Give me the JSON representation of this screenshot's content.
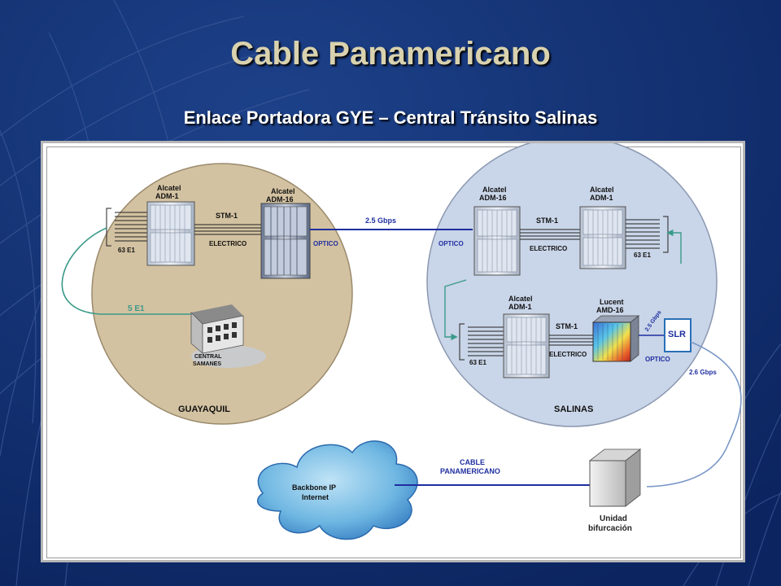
{
  "slide": {
    "title": "Cable Panamericano",
    "subtitle": "Enlace Portadora GYE – Central Tránsito Salinas"
  },
  "guayaquil": {
    "region_label": "GUAYAQUIL",
    "adm1_label": [
      "Alcatel",
      "ADM-1"
    ],
    "adm16_label": [
      "Alcatel",
      "ADM-16"
    ],
    "stm1": "STM-1",
    "electrico": "ELECTRICO",
    "optico": "OPTICO",
    "e1_count": "63 E1",
    "link_5e1": "5 E1",
    "central_label": [
      "CENTRAL",
      "SAMANES"
    ]
  },
  "salinas": {
    "region_label": "SALINAS",
    "adm16_label": [
      "Alcatel",
      "ADM-16"
    ],
    "adm1_top_label": [
      "Alcatel",
      "ADM-1"
    ],
    "adm1_bottom_label": [
      "Alcatel",
      "ADM-1"
    ],
    "lucent_label": [
      "Lucent",
      "AMD-16"
    ],
    "stm1_top": "STM-1",
    "stm1_bottom": "STM-1",
    "electrico_top": "ELECTRICO",
    "electrico_bottom": "ELECTRICO",
    "optico_left": "OPTICO",
    "optico_right": "OPTICO",
    "e1_top": "63 E1",
    "e1_bottom": "63 E1",
    "slr": "SLR",
    "rate_slr": "2.5 Gbps"
  },
  "links": {
    "inter_rate": "2.5 Gbps",
    "slr_out_rate": "2.6 Gbps",
    "cable_label": [
      "CABLE",
      "PANAMERICANO"
    ]
  },
  "backbone": {
    "label": [
      "Backbone IP",
      "Internet"
    ]
  },
  "unidad": {
    "label": [
      "Unidad",
      "bifurcación"
    ]
  },
  "colors": {
    "slide_bg": "#0f2d6e",
    "title": "#d9d2ae",
    "guayaquil_fill": "#d3c2a1",
    "salinas_fill": "#c9d5e8",
    "link_blue": "#1f2fa0",
    "link_green": "#3a9a8a"
  }
}
